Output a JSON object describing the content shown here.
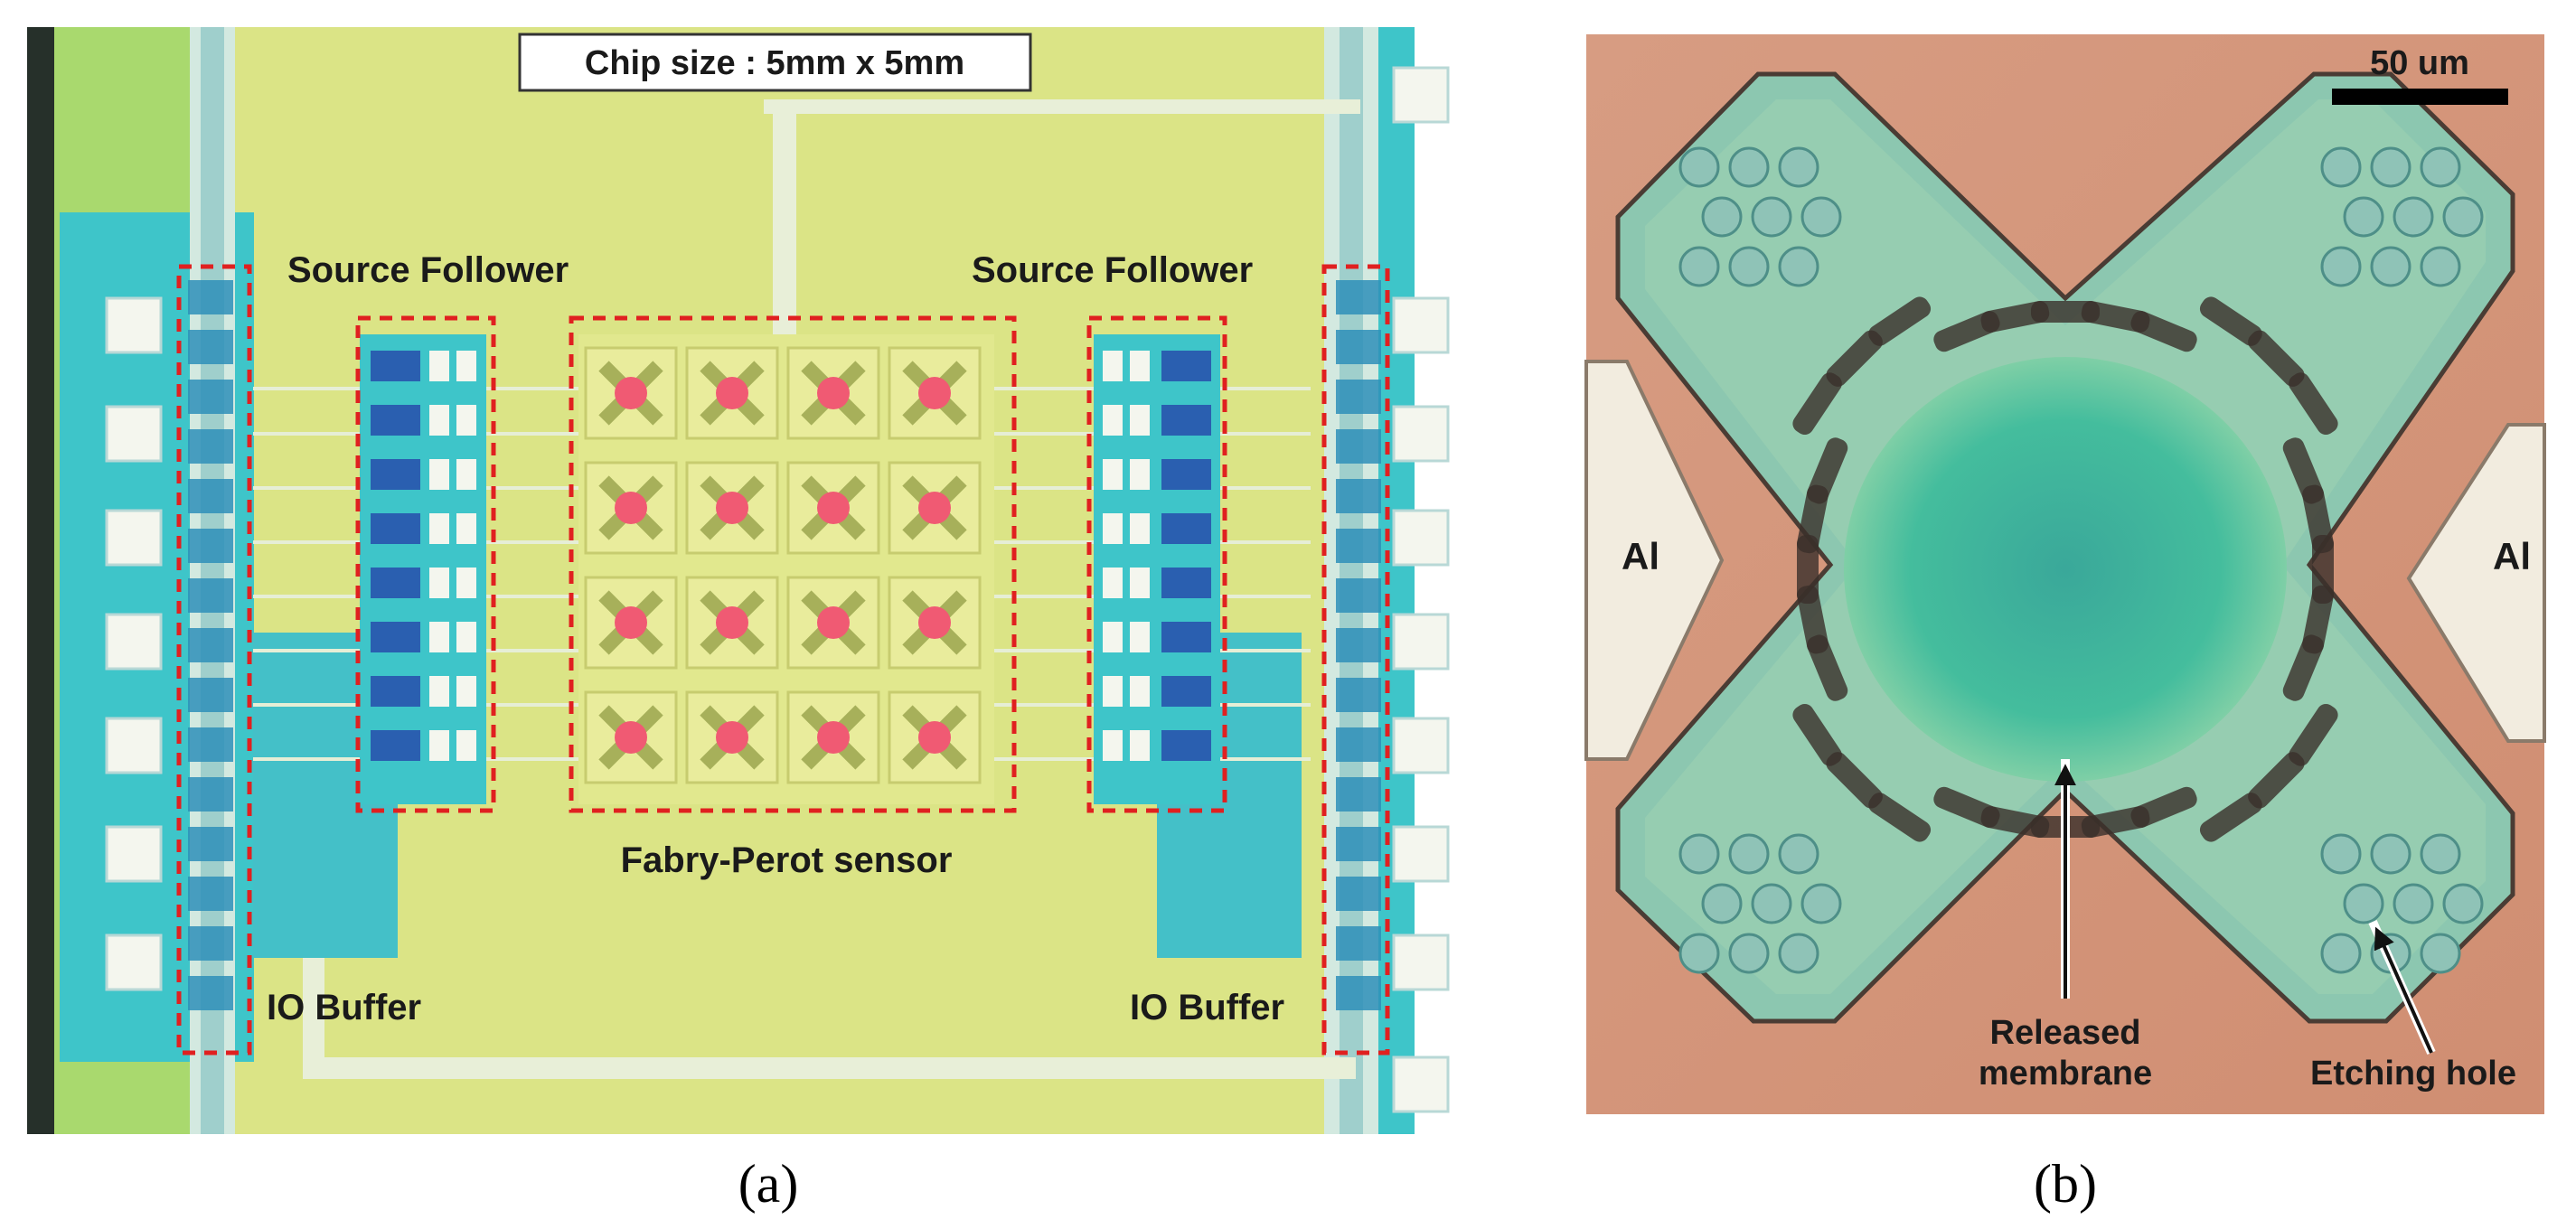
{
  "panel_a": {
    "chip_size": "Chip size : 5mm x 5mm",
    "source_follower_left": "Source Follower",
    "source_follower_right": "Source Follower",
    "fabry_perot": "Fabry-Perot sensor",
    "io_buffer_left": "IO Buffer",
    "io_buffer_right": "IO Buffer",
    "caption": "(a)"
  },
  "panel_b": {
    "scale_bar": "50 um",
    "al_left": "Al",
    "al_right": "Al",
    "released_line1": "Released",
    "released_line2": "membrane",
    "etching_hole": "Etching hole",
    "caption": "(b)"
  },
  "colors": {
    "chip_yellow": "#dbe486",
    "chip_cyan": "#3ec5c9",
    "pad_white": "#f4f6ee",
    "dashed_red": "#e02020",
    "sensor_dot": "#f05a73",
    "photo_copper": "#d89a7e",
    "membrane_teal": "#3fb79a",
    "film_green": "#8cc7b0"
  }
}
